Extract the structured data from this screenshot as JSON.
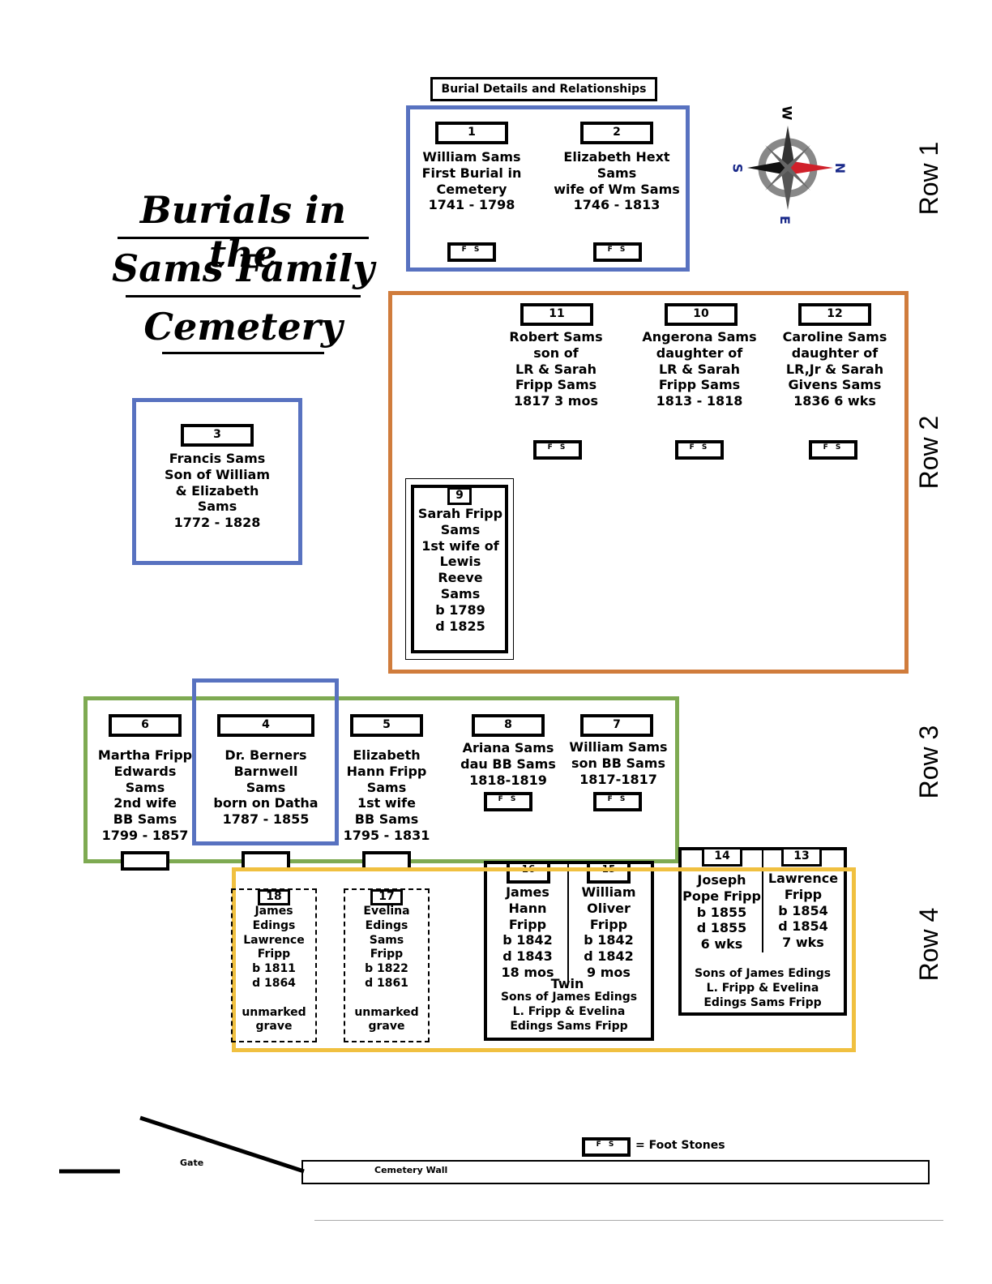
{
  "title": {
    "line1": "Burials in the",
    "line2": "Sams Family",
    "line3": "Cemetery"
  },
  "header_label": "Burial Details and Relationships",
  "compass": {
    "w": "W",
    "s": "S",
    "n": "N",
    "e": "E"
  },
  "rows": {
    "r1": "Row 1",
    "r2": "Row 2",
    "r3": "Row 3",
    "r4": "Row 4"
  },
  "fs_label": "F S",
  "graves": {
    "g1": {
      "num": "1",
      "text": "William Sams\nFirst Burial in\nCemetery\n1741 - 1798"
    },
    "g2": {
      "num": "2",
      "text": "Elizabeth Hext\nSams\nwife of Wm Sams\n1746 - 1813"
    },
    "g3": {
      "num": "3",
      "text": "Francis Sams\nSon of William\n& Elizabeth\nSams\n1772 - 1828"
    },
    "g11": {
      "num": "11",
      "text": "Robert Sams\nson of\nLR & Sarah\nFripp Sams\n1817 3 mos"
    },
    "g10": {
      "num": "10",
      "text": "Angerona Sams\ndaughter of\nLR & Sarah\nFripp Sams\n1813 - 1818"
    },
    "g12": {
      "num": "12",
      "text": "Caroline Sams\ndaughter of\nLR,Jr & Sarah\nGivens Sams\n1836 6 wks"
    },
    "g9": {
      "num": "9",
      "text": "Sarah Fripp\nSams\n1st wife of\nLewis\nReeve\nSams\nb 1789\nd 1825"
    },
    "g6": {
      "num": "6",
      "text": "Martha Fripp\nEdwards\nSams\n2nd wife\nBB Sams\n1799 - 1857"
    },
    "g4": {
      "num": "4",
      "text": "Dr. Berners\nBarnwell\nSams\nborn on Datha\n1787 - 1855"
    },
    "g5": {
      "num": "5",
      "text": "Elizabeth\nHann Fripp\nSams\n1st wife\nBB Sams\n1795 - 1831"
    },
    "g8": {
      "num": "8",
      "text": "Ariana Sams\ndau BB Sams\n1818-1819"
    },
    "g7": {
      "num": "7",
      "text": "William Sams\nson BB Sams\n1817-1817"
    },
    "g18": {
      "num": "18",
      "text": "James\nEdings\nLawrence\nFripp\nb 1811\nd 1864\n\nunmarked\ngrave"
    },
    "g17": {
      "num": "17",
      "text": "Evelina\nEdings\nSams\nFripp\nb 1822\nd 1861\n\nunmarked\ngrave"
    },
    "g16": {
      "num": "16",
      "text": "James\nHann\nFripp\nb 1842\nd 1843\n18 mos"
    },
    "g15": {
      "num": "15",
      "text": "William\nOliver\nFripp\nb 1842\nd 1842\n9 mos"
    },
    "twin_label": "Twin",
    "twin_sons": "Sons of James Edings\nL. Fripp & Evelina\nEdings Sams Fripp",
    "g14": {
      "num": "14",
      "text": "Joseph\nPope Fripp\nb 1855\nd 1855\n6 wks"
    },
    "g13": {
      "num": "13",
      "text": "Lawrence\nFripp\nb 1854\nd 1854\n7 wks"
    },
    "sons_14_13": "Sons of James Edings\nL. Fripp & Evelina\nEdings Sams Fripp"
  },
  "legend": {
    "fs": "F S",
    "text": "= Foot Stones"
  },
  "gate": "Gate",
  "wall": "Cemetery Wall",
  "colors": {
    "blue": "#5872c0",
    "orange": "#d07c3c",
    "green": "#7eaa52",
    "yellow": "#f0c040",
    "compass_red": "#d0202a"
  }
}
